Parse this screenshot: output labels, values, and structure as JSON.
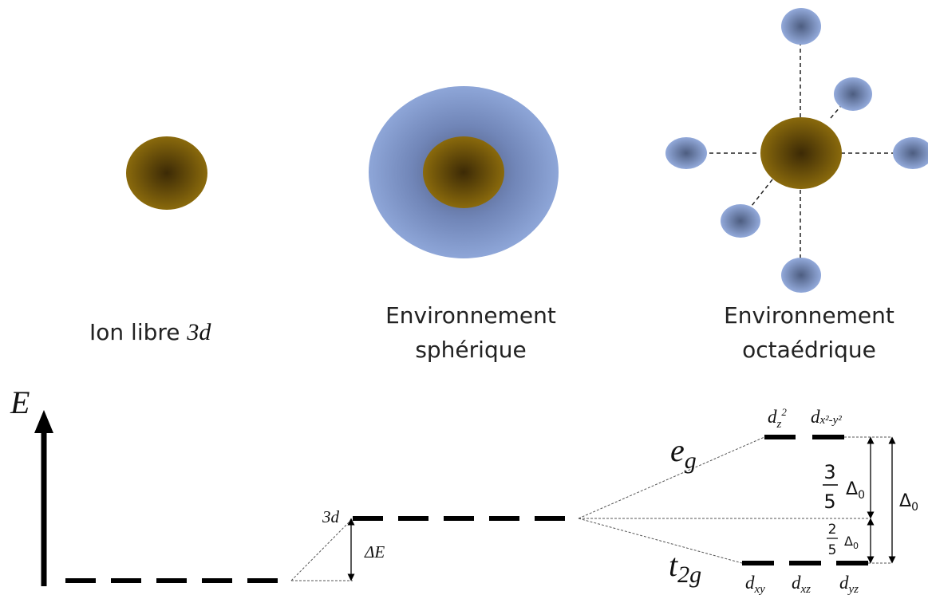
{
  "captions": {
    "free_ion_prefix": "Ion libre ",
    "free_ion_orbital": "3d",
    "spherical_line1": "Environnement",
    "spherical_line2": "sphérique",
    "octahedral_line1": "Environnement",
    "octahedral_line2": "octaédrique"
  },
  "energy_diagram": {
    "axis_label": "E",
    "level_3d_label": "3d",
    "delta_e_label": "ΔE",
    "eg_label": {
      "main": "e",
      "sub": "g"
    },
    "t2g_label": {
      "main": "t",
      "sub": "2g"
    },
    "eg_orbitals": [
      {
        "main": "d",
        "sub": "z",
        "sup": "2"
      },
      {
        "main": "d",
        "sub": "x²-y²",
        "sup": ""
      }
    ],
    "t2g_orbitals": [
      {
        "main": "d",
        "sub": "xy"
      },
      {
        "main": "d",
        "sub": "xz"
      },
      {
        "main": "d",
        "sub": "yz"
      }
    ],
    "frac_upper": {
      "num": "3",
      "den": "5",
      "symbol": "Δ",
      "sub": "0"
    },
    "frac_lower": {
      "num": "2",
      "den": "5",
      "symbol": "Δ",
      "sub": "0"
    },
    "delta_total": {
      "symbol": "Δ",
      "sub": "0"
    }
  },
  "colors": {
    "metal_center": "#3c2a06",
    "metal_edge": "#8a6a0c",
    "ligand_center": "#4d5d80",
    "ligand_edge": "#93aadb",
    "sphere_center": "#4a5577",
    "sphere_edge": "#8ea6d8"
  }
}
